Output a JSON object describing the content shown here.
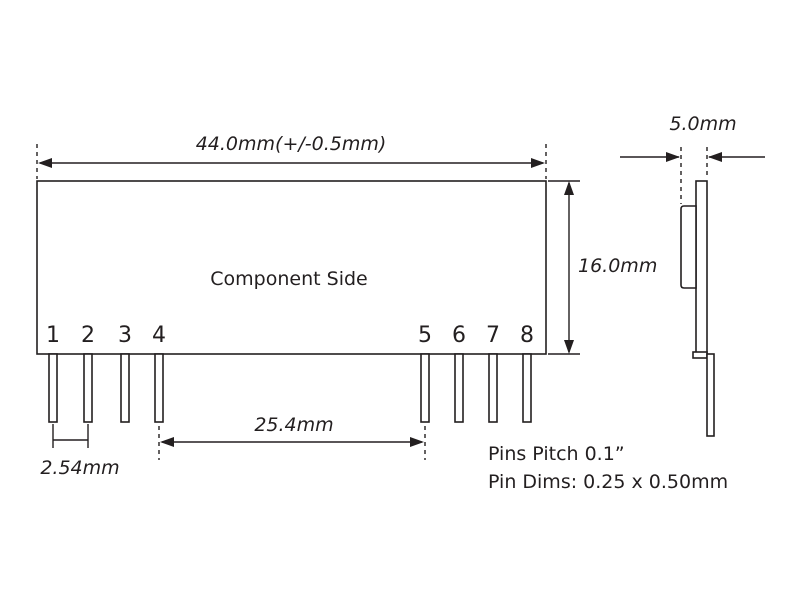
{
  "component": {
    "side_label": "Component Side",
    "pin_labels": [
      "1",
      "2",
      "3",
      "4",
      "5",
      "6",
      "7",
      "8"
    ]
  },
  "dimensions": {
    "width": "44.0mm(+/-0.5mm)",
    "height": "16.0mm",
    "thickness": "5.0mm",
    "span": "25.4mm",
    "pitch": "2.54mm"
  },
  "notes": {
    "line1": "Pins Pitch 0.1”",
    "line2": "Pin Dims: 0.25 x 0.50mm"
  }
}
